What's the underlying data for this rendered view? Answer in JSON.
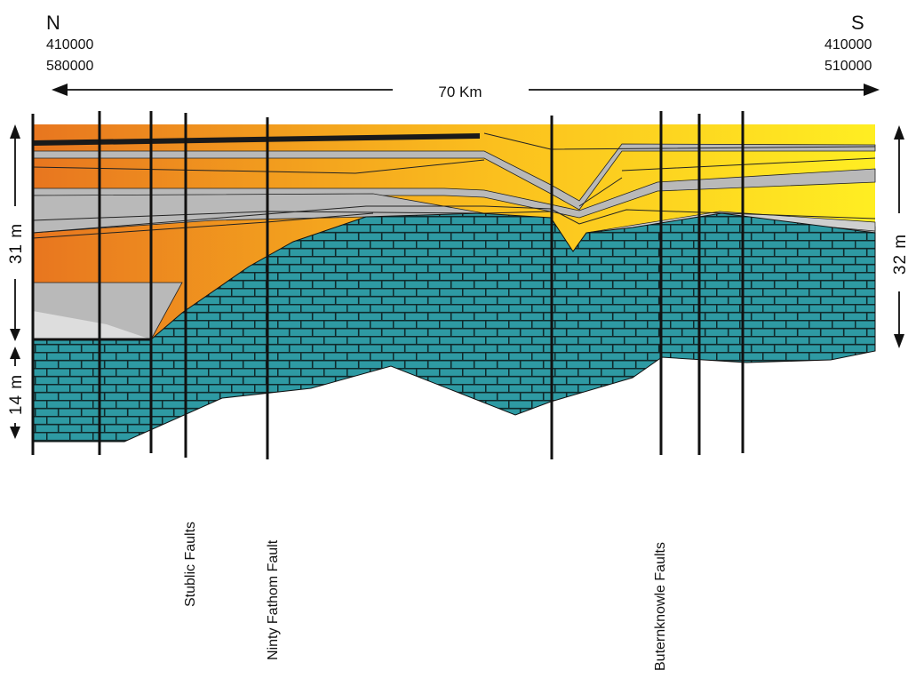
{
  "header": {
    "north": {
      "label": "N",
      "easting": "410000",
      "northing": "580000"
    },
    "south": {
      "label": "S",
      "easting": "410000",
      "northing": "510000"
    }
  },
  "distance_label": "70 Km",
  "thickness": {
    "left_upper": "31 m",
    "left_lower": "14 m",
    "right": "32 m"
  },
  "fault_labels": {
    "stublic": "Stublic Faults",
    "ninety_fathom": "Ninty Fathom Fault",
    "butterknowle": "Buternknowle Faults"
  },
  "colors": {
    "orange_dark": "#e8761f",
    "yellow": "#ffec1e",
    "gray_layer": "#b9b9b9",
    "gray_light": "#d8d8d8",
    "limestone": "#2e9aa3",
    "line": "#111111"
  }
}
